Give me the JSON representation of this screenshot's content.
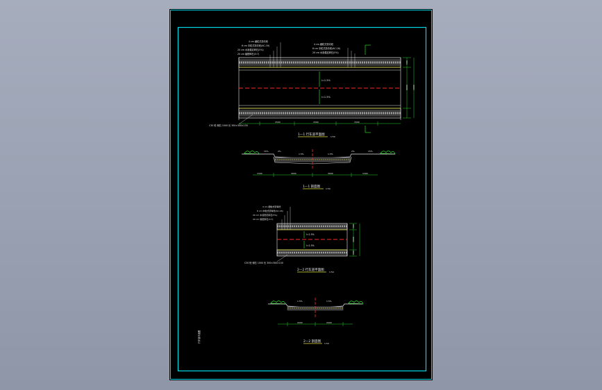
{
  "viewer": {
    "background_top": "#a6adbd",
    "background_bottom": "#8e96a8",
    "sheet_color": "#000000",
    "border_color": "#00d8e8"
  },
  "drawing": {
    "colors": {
      "white": "#e8e8e8",
      "red": "#ff2a2a",
      "green": "#2bd42b",
      "yellow": "#e4e23c",
      "gray": "#9a9a9a",
      "cyan": "#00d8e8"
    },
    "plan_view_1": {
      "title": "1—1 行车道平面图",
      "scale": "1:50",
      "callouts_left": [
        "4 cm 细粒式沥青砼",
        "6 cm 中粒式沥青砼(AC-16)",
        "20 cm 水泥稳定碎石(5%)",
        "20 cm 级配碎石(3:7)"
      ],
      "callouts_right": [
        "4 cm 细粒式沥青砼",
        "6 cm 中粒式沥青砼(AC-16)",
        "20 cm 水泥稳定碎石(5%)"
      ],
      "center_labels": [
        "i=1.5%",
        "i=1.5%"
      ],
      "bottom_callout": "C30 砼 侧石 1000 长 300×300×150",
      "dimensions": [
        "1500",
        "1500",
        "1500"
      ],
      "side_dimensions": [
        "500",
        "9000",
        "1000"
      ]
    },
    "section_view_1": {
      "title": "1—1 剖面图",
      "scale": "1:50",
      "labels": [
        "15%",
        "2%",
        "1.5%",
        "1.5%",
        "2%",
        "15%"
      ],
      "lower_labels": [
        "1300",
        "3000",
        "3000",
        "1300"
      ]
    },
    "plan_view_2": {
      "title": "2—2 行车道平面图",
      "scale": "1:50",
      "callouts_left": [
        "4 cm 细粒式沥青砼",
        "6 cm 中粒式沥青砼(AC-16)",
        "20 cm 水泥稳定碎石(5%)",
        "20 cm 级配碎石(3:7)"
      ],
      "center_labels": [
        "i=1.5%",
        "i=1.5%"
      ],
      "bottom_callout": "C30 砼 侧石 1000 长 300×300×150",
      "side_dimensions": [
        "500",
        "4000",
        "500"
      ]
    },
    "section_view_2": {
      "title": "2—2 剖面图",
      "scale": "1:50",
      "labels": [
        "1.5%",
        "1.5%"
      ],
      "lower_labels": [
        "2000",
        "2000"
      ]
    },
    "sheet_note": "行车道平面图"
  }
}
